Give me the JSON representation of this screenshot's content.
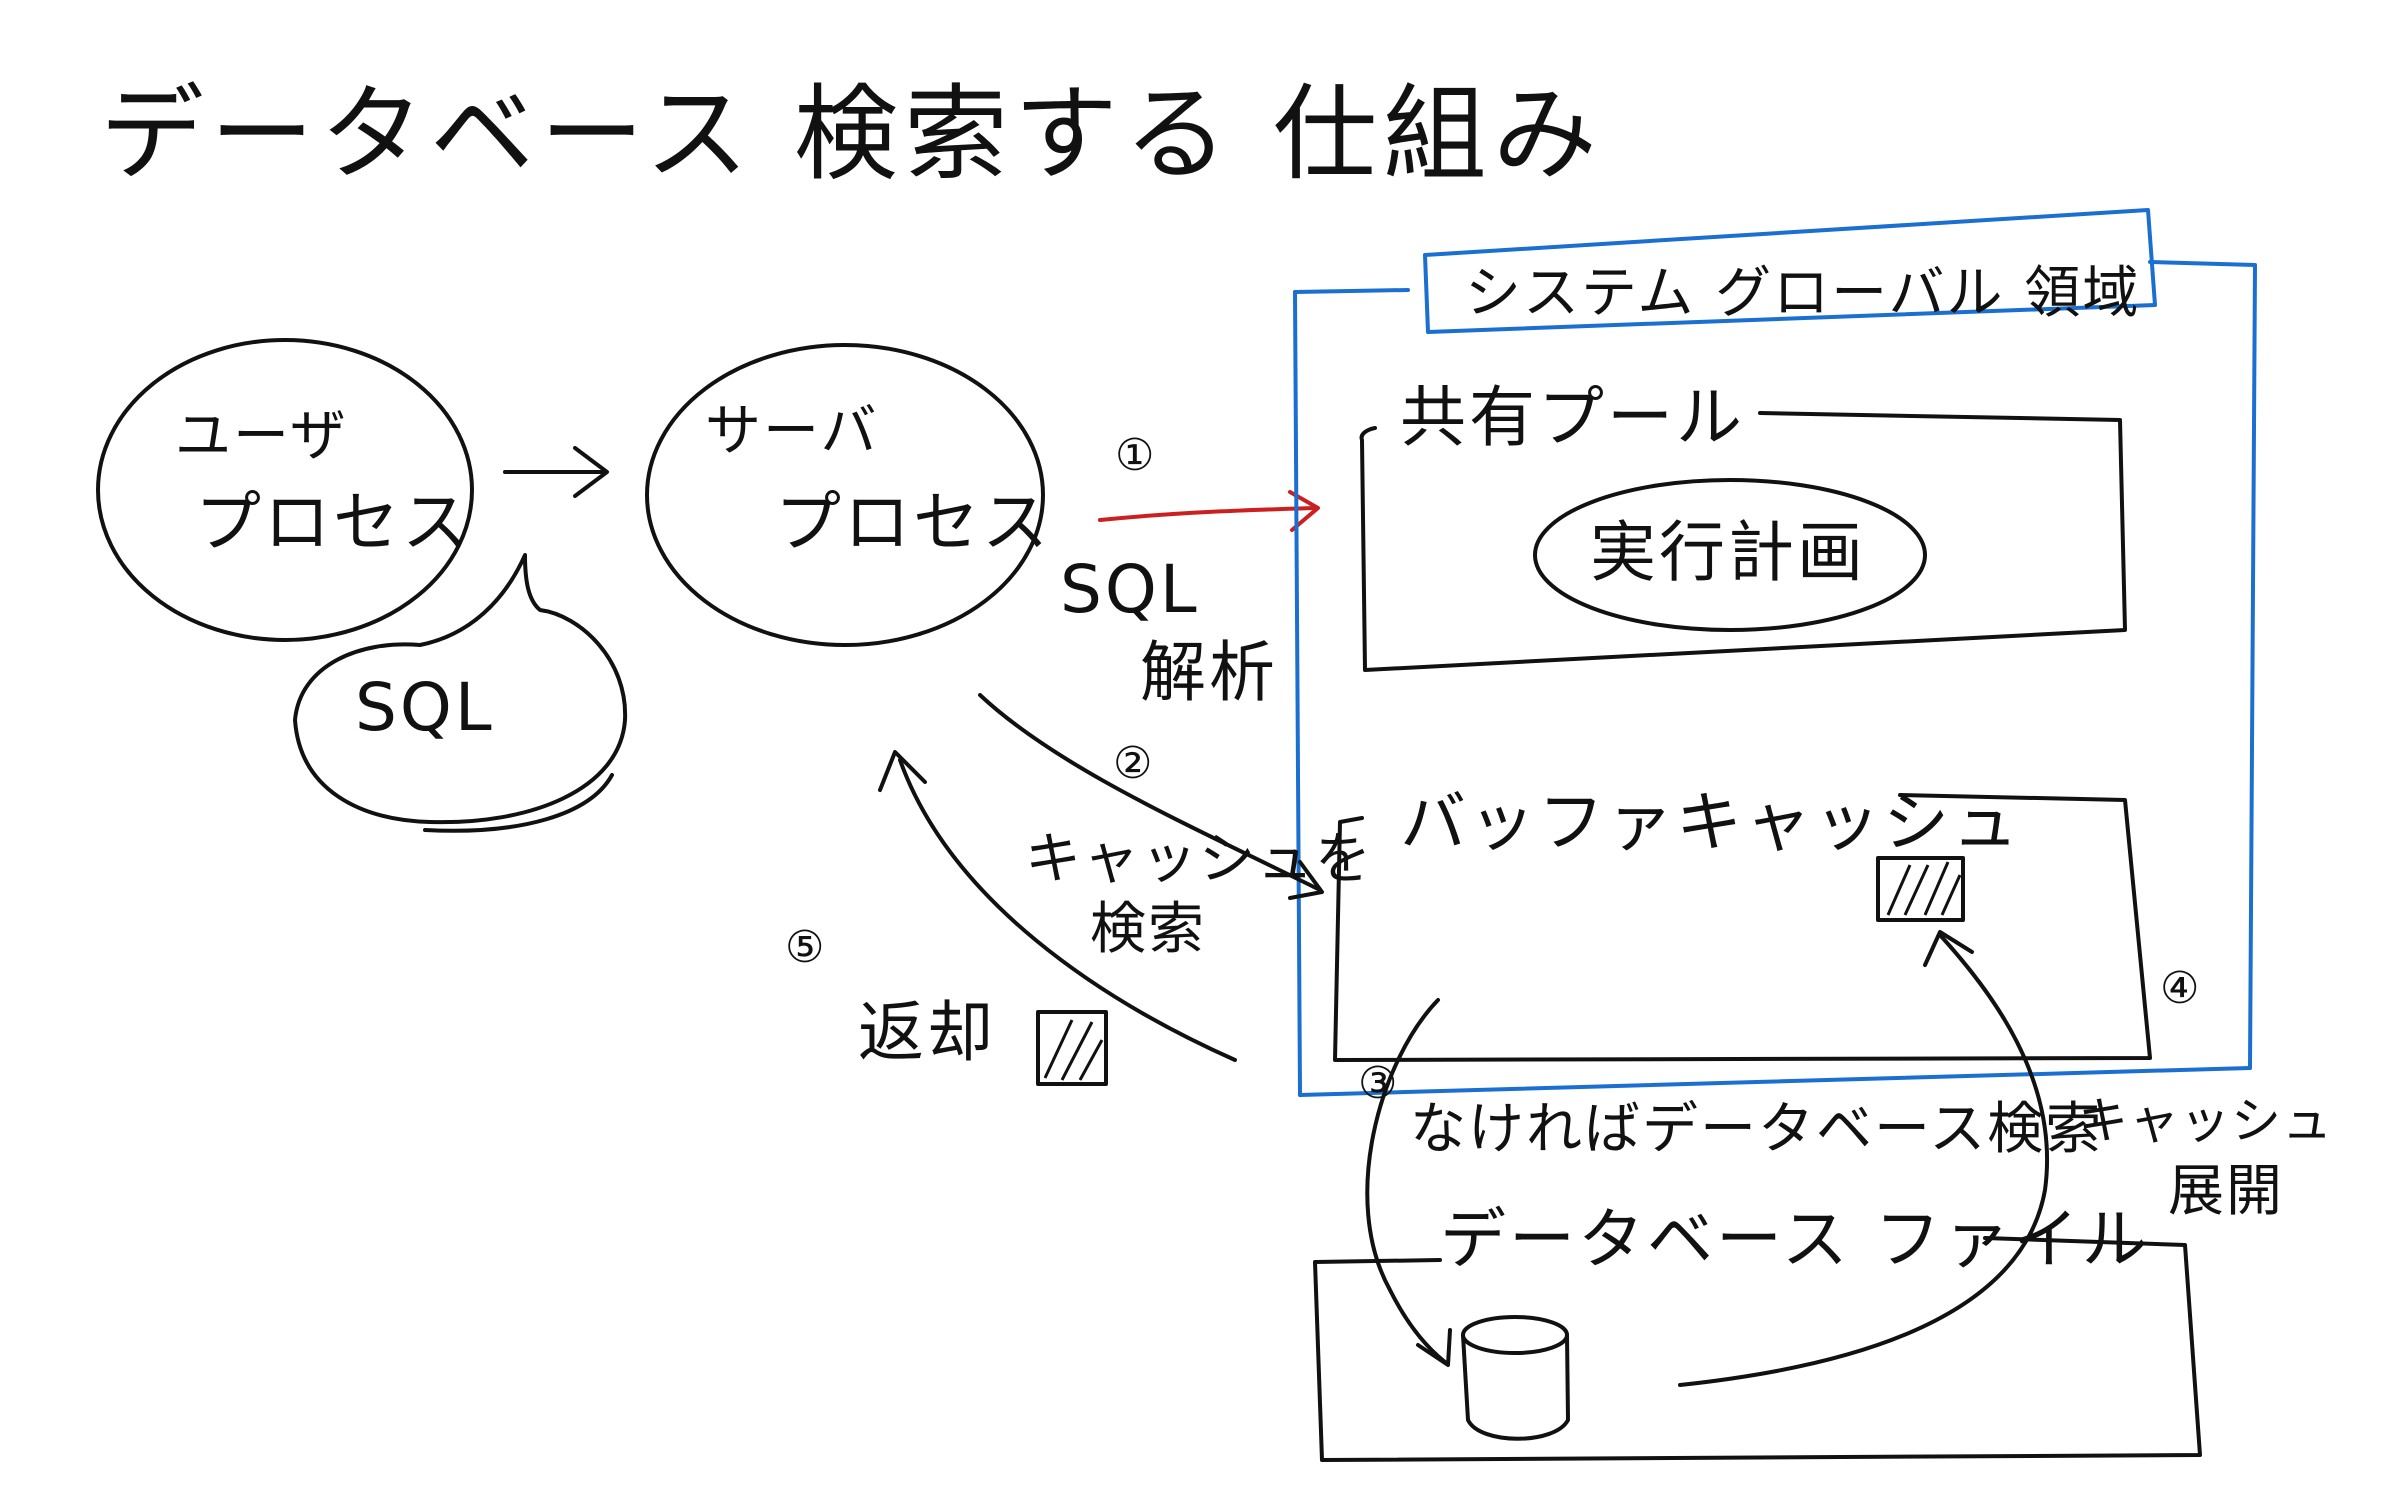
{
  "title": "データベース 検索する 仕組み",
  "nodes": {
    "user_process": [
      "ユーザ",
      "プロセス"
    ],
    "server_process": [
      "サーバ",
      "プロセス"
    ],
    "sql_bubble": "SQL",
    "system_global_area": "システム グローバル 領域",
    "shared_pool": "共有プール",
    "execution_plan": "実行計画",
    "buffer_cache": "バッファキャッシュ",
    "database_file": "データベース ファイル"
  },
  "steps": {
    "s1": "①",
    "s2": "②",
    "s3": "③",
    "s4": "④",
    "s5": "⑤"
  },
  "labels": {
    "sql_parse": [
      "SQL",
      "解析"
    ],
    "cache_search": [
      "キャッシュを",
      "検索"
    ],
    "return": "返却",
    "db_search": "なければデータベース検索",
    "cache_expand": [
      "キャッシュ",
      "展開"
    ]
  },
  "colors": {
    "ink": "#111111",
    "sga_border": "#1a6fd0",
    "step1_arrow": "#cc1f1f"
  }
}
